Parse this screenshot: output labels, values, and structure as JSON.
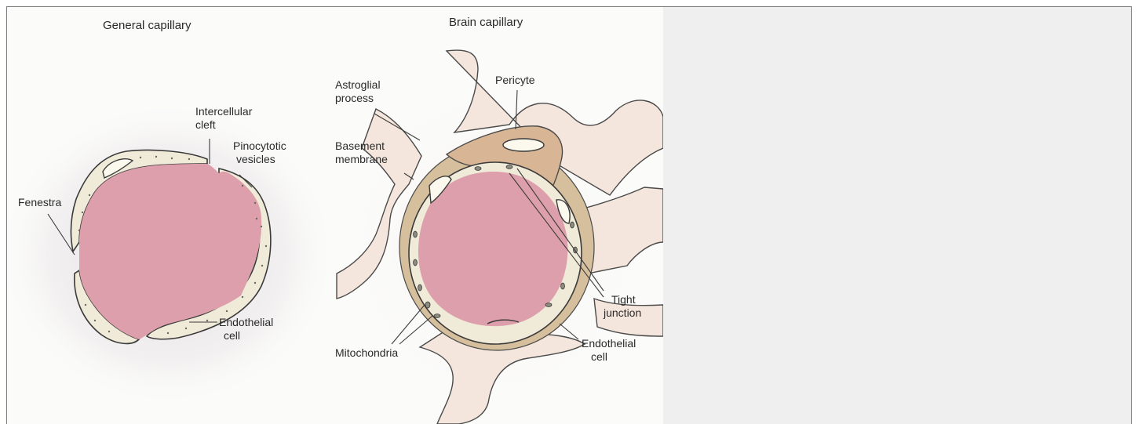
{
  "general": {
    "title": "General capillary",
    "labels": {
      "intercellular_cleft": [
        "Intercellular",
        "cleft"
      ],
      "pinocytotic_vesicles": [
        "Pinocytotic",
        "vesicles"
      ],
      "fenestra": "Fenestra",
      "endothelial_cell": [
        "Endothelial",
        "cell"
      ]
    }
  },
  "brain": {
    "title": "Brain capillary",
    "labels": {
      "astroglial_process": [
        "Astroglial",
        "process"
      ],
      "pericyte": "Pericyte",
      "basement_membrane": [
        "Basement",
        "membrane"
      ],
      "tight_junction": [
        "Tight",
        "junction"
      ],
      "endothelial_cell": [
        "Endothelial",
        "cell"
      ],
      "mitochondria": "Mitochondria"
    }
  },
  "colors": {
    "lumen": "#dd9fab",
    "endothelium": "#f0ead8",
    "astroglia": "#f4e6dc",
    "pericyte": "#d8b594",
    "right_panel": "#efefef"
  }
}
